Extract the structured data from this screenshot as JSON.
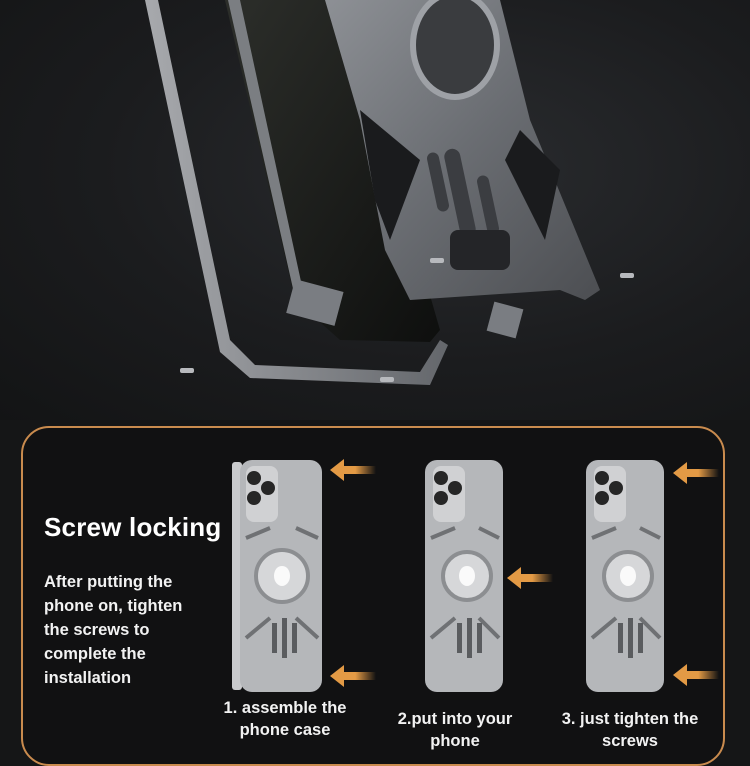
{
  "hero": {
    "image_alt": "exploded view of aluminum phone case frame with screws",
    "background_color": "#1b1c1e"
  },
  "panel": {
    "border_color": "#c98b4e",
    "title": "Screw locking",
    "description_lines": [
      "After putting the",
      "phone on, tighten",
      "the screws to",
      "complete the",
      "installation"
    ]
  },
  "steps": [
    {
      "lines": [
        "1. assemble the",
        "phone case"
      ]
    },
    {
      "lines": [
        "2.put into your",
        "phone"
      ]
    },
    {
      "lines": [
        "3. just tighten the",
        "screws"
      ]
    }
  ],
  "colors": {
    "accent_arrow": "#e39a45",
    "metal": "#a9abaf",
    "text": "#ffffff"
  }
}
